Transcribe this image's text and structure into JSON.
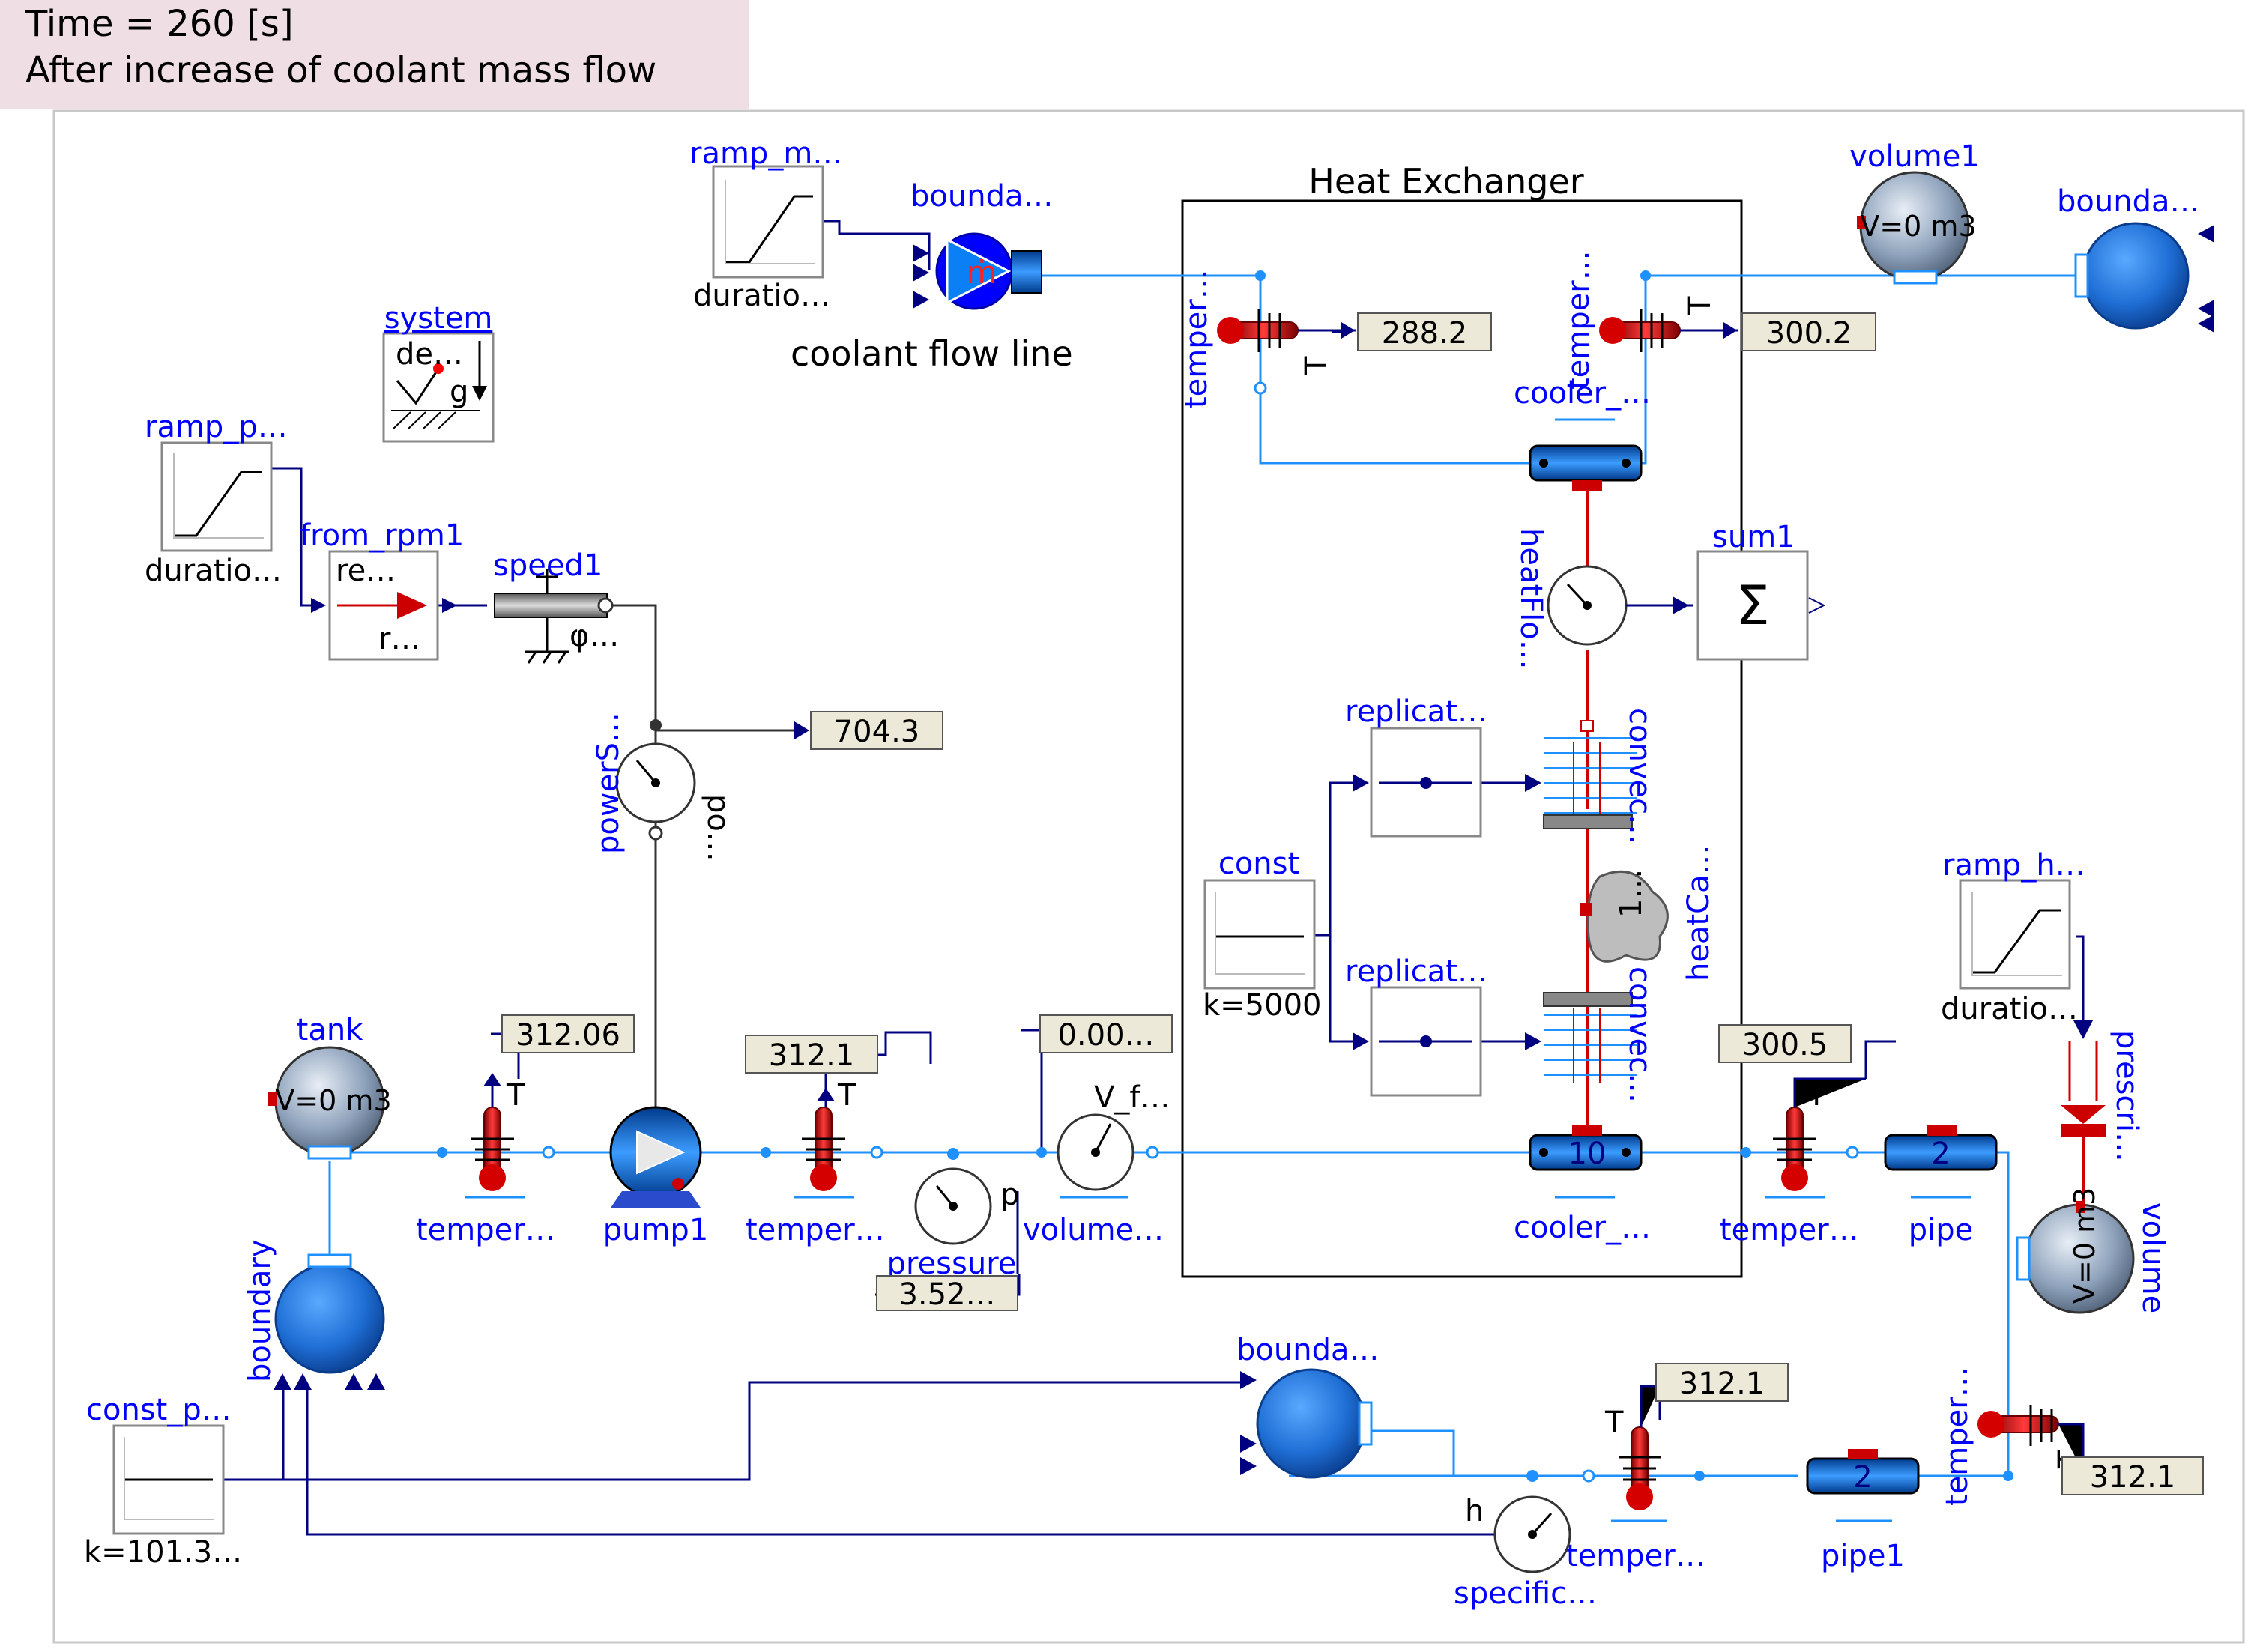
{
  "header": {
    "time_line": "Time = 260 [s]",
    "subtitle": "After increase of coolant mass flow"
  },
  "labels": {
    "ramp_m": "ramp_m…",
    "bounda_top": "bounda…",
    "duratio_top": "duratio…",
    "coolant_flow_line": "coolant flow line",
    "heat_exchanger": "Heat Exchanger",
    "volume1": "volume1",
    "volume1_v": "V=0 m3",
    "bounda_right": "bounda…",
    "system": "system",
    "system_de": "de…",
    "system_g": "g",
    "ramp_p": "ramp_p…",
    "duratio_left": "duratio…",
    "from_rpm1": "from_rpm1",
    "from_re": "re…",
    "from_r": "r…",
    "speed1": "speed1",
    "speed_phi": "φ…",
    "temper_hx_top_left": "temper…",
    "temper_hx_top_right": "temper…",
    "t_top_left": "T",
    "t_top_right": "T",
    "cooler_top": "cooler_…",
    "heatflo": "heatFlo…",
    "sum1": "sum1",
    "sum_symbol": "Σ",
    "powers": "powerS…",
    "po": "po…",
    "replicat_top": "replicat…",
    "replicat_bottom": "replicat…",
    "convec_top": "convec…",
    "convec_bottom": "convec…",
    "heatca": "heatCa…",
    "heatca_inner": "1…",
    "const": "const",
    "const_k": "k=5000",
    "ramp_h": "ramp_h…",
    "duratio_right": "duratio…",
    "prescri": "prescri…",
    "tank": "tank",
    "tank_v": "V=0 m3",
    "t_tank": "T",
    "t_pump": "T",
    "t_bottom_right": "T",
    "temper_left": "temper…",
    "pump1": "pump1",
    "temper_mid": "temper…",
    "pressure": "pressure",
    "pressure_p": "p",
    "volume_sensor": "volume…",
    "v_f": "V_f…",
    "cooler_bottom": "cooler_…",
    "cooler_bottom_n": "10",
    "temper_right": "temper…",
    "pipe": "pipe",
    "pipe_n": "2",
    "volume": "volume",
    "volume_v": "V=0 m3",
    "boundary": "boundary",
    "const_p": "const_p…",
    "const_p_k": "k=101.3…",
    "bounda_bottom": "bounda…",
    "temper_bottom": "temper…",
    "t_bottom": "T",
    "specific": "specific…",
    "specific_h": "h",
    "pipe1": "pipe1",
    "pipe1_n": "2",
    "temper_vertical_right": "temper…",
    "m_dot": "ṁ"
  },
  "values": {
    "temp_hx_in": "288.2",
    "temp_hx_out": "300.2",
    "power": "704.3",
    "temp_tank": "312.06",
    "temp_pump": "312.1",
    "volume_flow": "0.00…",
    "temp_hx_right": "300.5",
    "pressure": "3.52…",
    "temp_bottom": "312.1",
    "temp_bottom_right": "312.1"
  },
  "colors": {
    "header_bg": "#efdfe5",
    "label_blue": "#0000ff",
    "connector_blue": "#1e90ff",
    "signal_navy": "#000080",
    "heat_red": "#cc0000",
    "display_bg": "#ece9d8"
  }
}
